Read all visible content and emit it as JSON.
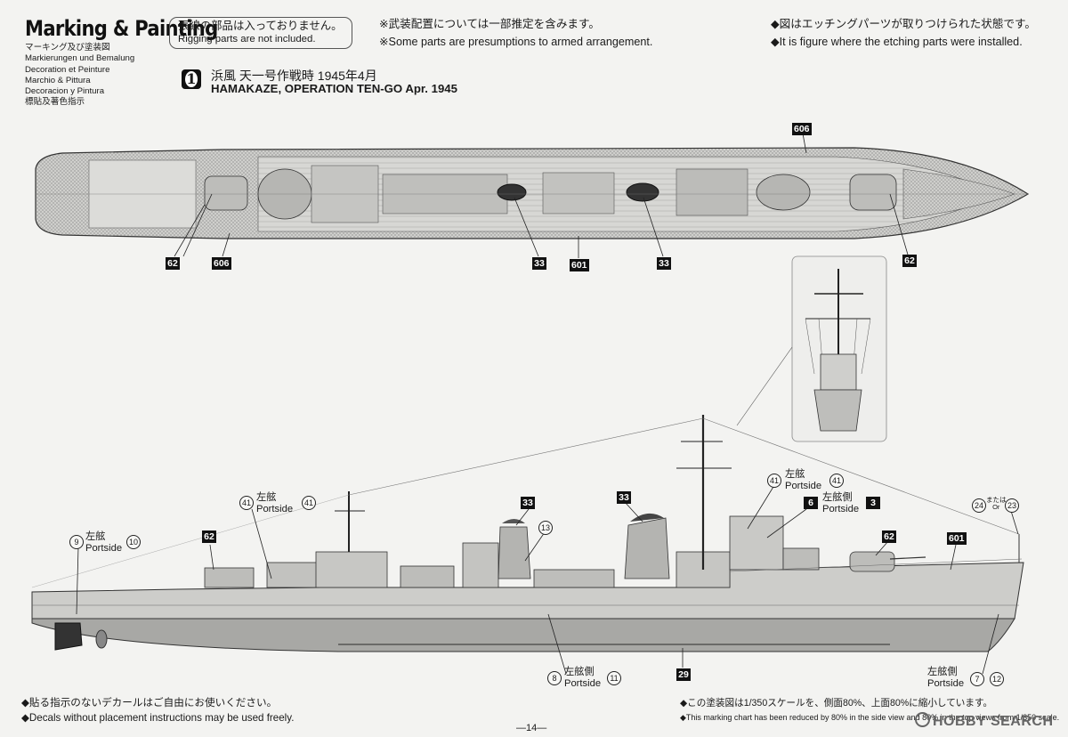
{
  "header": {
    "title": "Marking & Painting",
    "subtitles": [
      "マーキング及び塗装図",
      "Markierungen und Bemalung",
      "Decoration et Peinture",
      "Marchio & Pittura",
      "Decoracion y Pintura",
      "標貼及著色指示"
    ],
    "rigging_note_ja": "張線の部品は入っておりません。",
    "rigging_note_en": "Rigging parts are not included.",
    "armament_note_ja": "※武装配置については一部推定を含みます。",
    "armament_note_en": "※Some parts are presumptions to armed arrangement.",
    "etching_note_ja": "◆図はエッチングパーツが取りつけられた状態です。",
    "etching_note_en": "◆It is figure where the etching parts were installed."
  },
  "scheme": {
    "number": "1",
    "title_ja": "浜風  天一号作戦時  1945年4月",
    "title_en": "HAMAKAZE, OPERATION TEN-GO Apr. 1945"
  },
  "top_view_callouts": [
    "606",
    "62",
    "606",
    "33",
    "601",
    "33",
    "62"
  ],
  "side_view_callouts": {
    "decal_62_left": "62",
    "decal_33_mid": "33",
    "decal_33_right": "33",
    "decal_62_right": "62",
    "decal_601": "601",
    "hull_29": "29",
    "num_9": "9",
    "num_10": "10",
    "num_41": "41",
    "num_13": "13",
    "num_6": "6",
    "num_3": "3",
    "num_24": "24",
    "num_23": "23",
    "num_8": "8",
    "num_11": "11",
    "num_7": "7",
    "num_12": "12",
    "portside": "Portside",
    "port_ja": "左舷",
    "port_side_ja": "左舷側",
    "or_ja": "または",
    "or_en": "Or"
  },
  "footer": {
    "note_ja": "◆貼る指示のないデカールはご自由にお使いください。",
    "note_en": "◆Decals without placement instructions may be used freely.",
    "scale_ja": "◆この塗装図は1/350スケールを、側面80%、上面80%に縮小しています。",
    "scale_en": "◆This marking chart has been reduced by 80% in the side view and 80% in the top views from 1/350 scale.",
    "page": "—14—",
    "watermark": "HOBBY SEARCH"
  },
  "colors": {
    "hull_deck": "#c9c9c6",
    "lower_hull": "#a7a7a4",
    "black_tag": "#111111"
  }
}
